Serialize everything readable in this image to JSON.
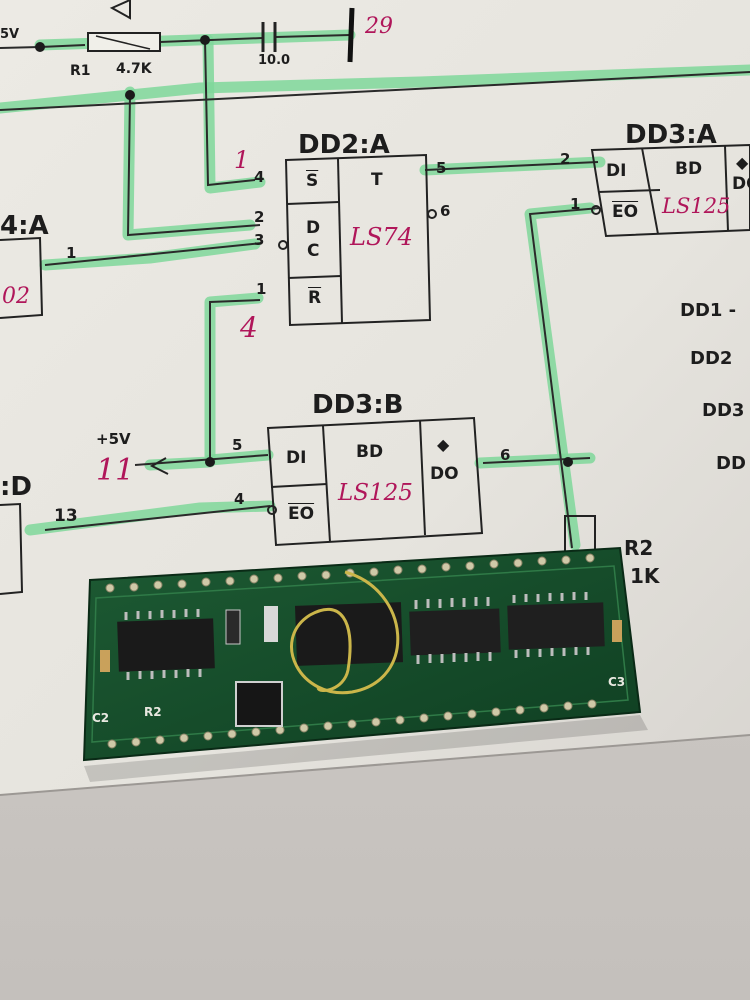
{
  "schematic": {
    "top": {
      "r1_label": "R1",
      "r1_value": "4.7K",
      "c_value": "10.0",
      "net_29": "29",
      "left_supply": "5V"
    },
    "dd2a": {
      "title": "DD2:A",
      "s_label": "S",
      "t_label": "T",
      "d_label": "D",
      "c_label": "C",
      "r_label": "R",
      "chip": "LS74",
      "pin_4": "4",
      "pin_2": "2",
      "pin_3": "3",
      "pin_1": "1",
      "pin_5": "5",
      "pin_6": "6",
      "hand_1": "1",
      "hand_4": "4"
    },
    "dd3a": {
      "title": "DD3:A",
      "di_label": "DI",
      "bd_label": "BD",
      "eo_label": "EO",
      "do_label": "DO",
      "chip": "LS125",
      "pin_2": "2",
      "pin_1": "1"
    },
    "dd4a": {
      "title": "4:A",
      "body_text": "02",
      "pin_1": "1"
    },
    "dd3b": {
      "title": "DD3:B",
      "di_label": "DI",
      "bd_label": "BD",
      "do_label": "DO",
      "eo_label": "EO",
      "chip": "LS125",
      "pin_5": "5",
      "pin_4": "4",
      "pin_6": "6",
      "supply": "+5V",
      "hand_11": "11"
    },
    "left_d": {
      "title": ":D",
      "pin_13": "13"
    },
    "right_list": [
      "DD1 -",
      "DD2",
      "DD3",
      "DD"
    ],
    "r2_label": "R2",
    "r2_value": "1K"
  },
  "pcb": {
    "silk_c3": "C3",
    "silk_r2": "R2",
    "silk_c2": "C2"
  }
}
